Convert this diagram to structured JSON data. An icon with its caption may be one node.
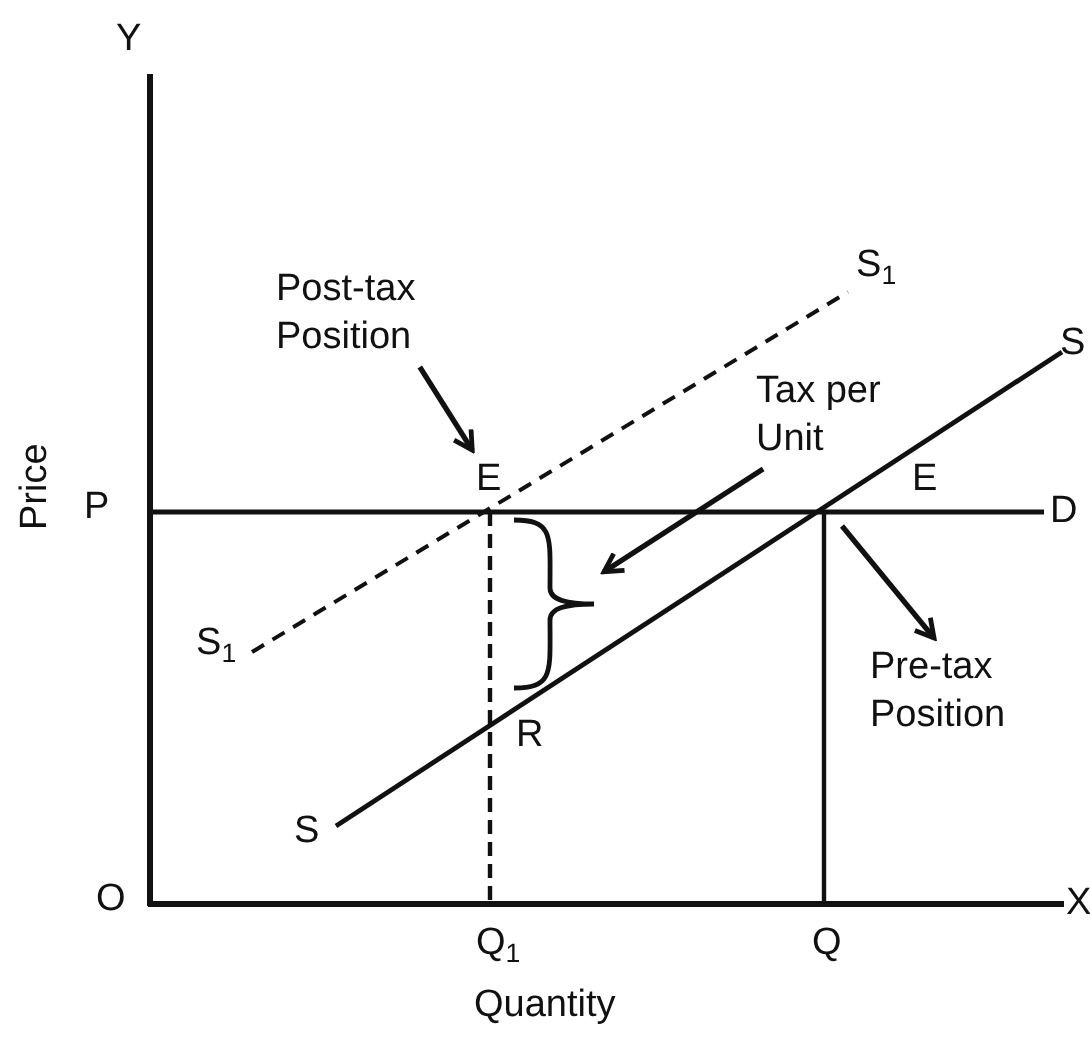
{
  "diagram": {
    "nodes": [
      {
        "text": [
          "Post-tax Position"
        ]
      },
      {
        "text": [
          "E"
        ]
      },
      {
        "text": [
          "Tax per Unit"
        ]
      },
      {
        "text": [],
        "shape": "bracket"
      },
      {
        "text": [
          "Pre-tax Position"
        ]
      }
    ],
    "edges": [
      {
        "from": 0,
        "to": 1,
        "arrow": "to"
      },
      {
        "from": 2,
        "to": 3,
        "arrow": "to"
      },
      {
        "from": null,
        "to": 4,
        "arrow": "to"
      }
    ],
    "labels": [
      "Y",
      "S$_{1}$",
      "S",
      "Price",
      "P",
      "E",
      "D",
      "S$_{1}$",
      "R",
      "S",
      "O",
      "Q$_{1}$",
      "Q",
      "X",
      "Quantity"
    ]
  }
}
